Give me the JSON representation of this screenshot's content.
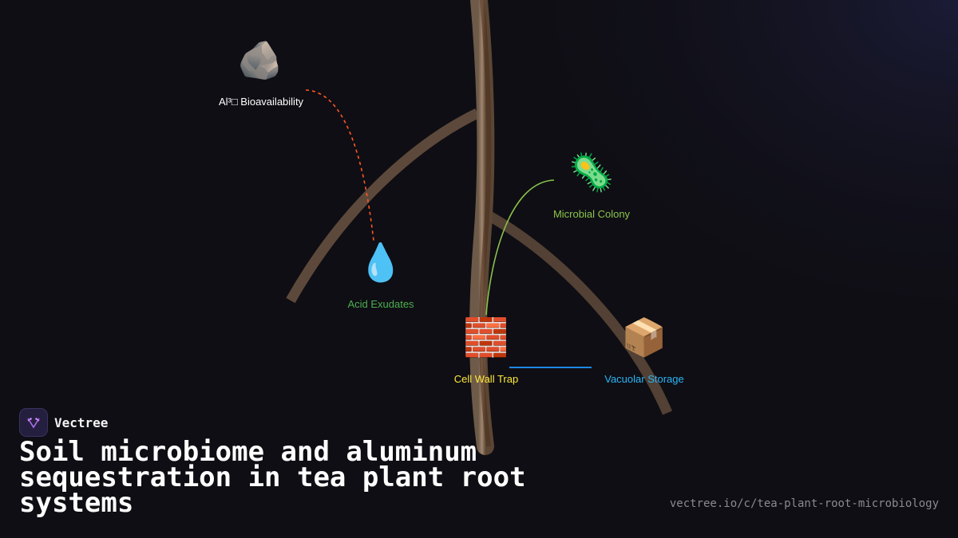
{
  "nodes": {
    "bioavailability": {
      "icon": "🪨",
      "icon_name": "rock-icon",
      "label": "Al³□ Bioavailability",
      "color": "#ffffff"
    },
    "exudates": {
      "icon": "💧",
      "icon_name": "droplet-icon",
      "label": "Acid Exudates",
      "color": "#4caf50"
    },
    "microbial": {
      "icon": "🦠",
      "icon_name": "microbe-icon",
      "label": "Microbial Colony",
      "color": "#8bc34a"
    },
    "cellwall": {
      "icon": "🧱",
      "icon_name": "brick-wall-icon",
      "label": "Cell Wall Trap",
      "color": "#ffeb3b"
    },
    "vacuolar": {
      "icon": "📦",
      "icon_name": "package-icon",
      "label": "Vacuolar Storage",
      "color": "#29b6f6"
    }
  },
  "edges": {
    "bio_to_exudates_color": "#ff5722",
    "microbial_to_cellwall_color": "#8bc34a",
    "cellwall_to_vacuolar_color": "#1e88e5"
  },
  "brand": {
    "name": "Vectree"
  },
  "title": "Soil microbiome and aluminum sequestration in tea plant root systems",
  "url": "vectree.io/c/tea-plant-root-microbiology"
}
